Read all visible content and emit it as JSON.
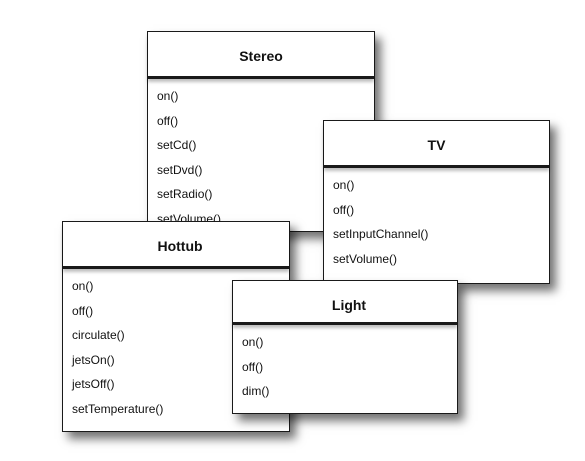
{
  "classes": {
    "stereo": {
      "name": "Stereo",
      "methods": [
        "on()",
        "off()",
        "setCd()",
        "setDvd()",
        "setRadio()",
        "setVolume()"
      ]
    },
    "tv": {
      "name": "TV",
      "methods": [
        "on()",
        "off()",
        "setInputChannel()",
        "setVolume()"
      ]
    },
    "hottub": {
      "name": "Hottub",
      "methods": [
        "on()",
        "off()",
        "circulate()",
        "jetsOn()",
        "jetsOff()",
        "setTemperature()"
      ]
    },
    "light": {
      "name": "Light",
      "methods": [
        "on()",
        "off()",
        "dim()"
      ]
    }
  }
}
